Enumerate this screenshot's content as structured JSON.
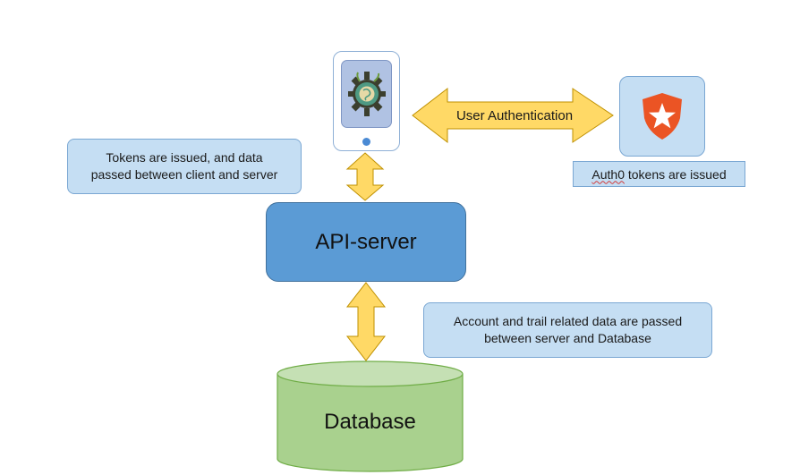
{
  "diagram": {
    "callouts": {
      "tokens": "Tokens are issued, and data\npassed between client and server",
      "data_flow": "Account and trail related data are passed\nbetween server and Database"
    },
    "nodes": {
      "api_server": "API-server",
      "database": "Database",
      "auth0_caption_prefix": "Auth0",
      "auth0_caption_rest": " tokens are issued"
    },
    "arrows": {
      "user_auth": "User Authentication"
    },
    "colors": {
      "arrow_fill": "#ffd966",
      "arrow_stroke": "#bf9000",
      "callout_fill": "#c5def3",
      "api_server_fill": "#5b9bd5",
      "database_fill": "#a9d18e",
      "database_top": "#c5e0b4",
      "auth0_red": "#eb5424"
    },
    "icons": {
      "phone": "mobile-phone-icon",
      "app_logo": "app-gear-logo-icon",
      "auth0": "auth0-star-shield-icon"
    }
  }
}
